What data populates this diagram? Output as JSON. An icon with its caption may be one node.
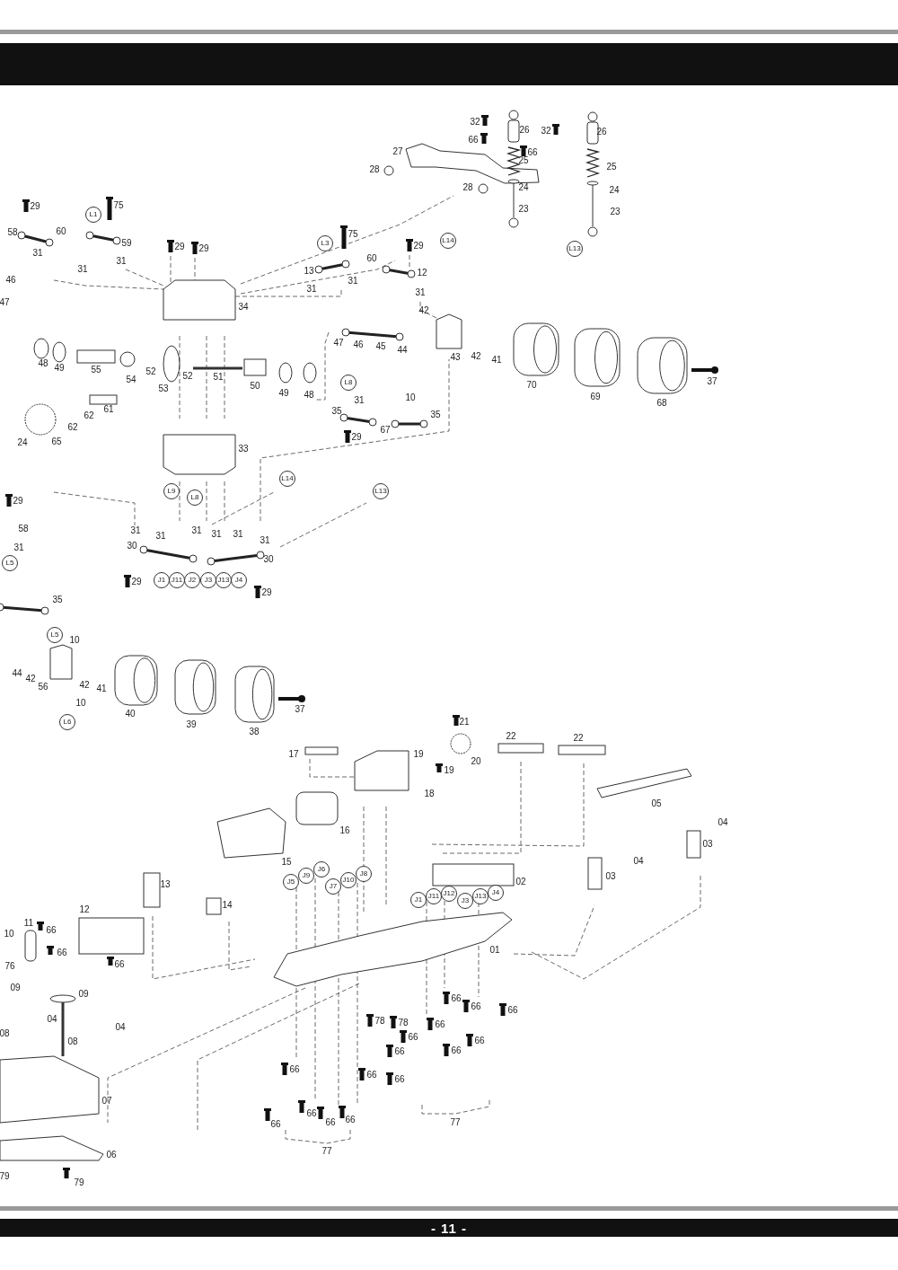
{
  "diagram": {
    "labels": [
      "32",
      "26",
      "32",
      "26",
      "66",
      "27",
      "66",
      "25",
      "25",
      "28",
      "28",
      "24",
      "24",
      "75",
      "29",
      "23",
      "23",
      "L1",
      "58",
      "60",
      "75",
      "L14",
      "L3",
      "59",
      "29",
      "29",
      "29",
      "L13",
      "31",
      "31",
      "60",
      "31",
      "13",
      "12",
      "46",
      "31",
      "31",
      "31",
      "47",
      "34",
      "42",
      "46",
      "45",
      "47",
      "44",
      "43",
      "42",
      "41",
      "48",
      "49",
      "55",
      "52",
      "52",
      "51",
      "54",
      "37",
      "L8",
      "70",
      "50",
      "53",
      "49",
      "48",
      "69",
      "10",
      "31",
      "68",
      "61",
      "35",
      "62",
      "35",
      "62",
      "67",
      "29",
      "65",
      "24",
      "33",
      "L14",
      "L9",
      "L13",
      "L8",
      "29",
      "58",
      "31",
      "31",
      "31",
      "31",
      "31",
      "31",
      "30",
      "31",
      "30",
      "L5",
      "J1",
      "J11",
      "J2",
      "J3",
      "J13",
      "J4",
      "29",
      "29",
      "35",
      "L5",
      "10",
      "44",
      "42",
      "42",
      "56",
      "41",
      "10",
      "37",
      "40",
      "L6",
      "21",
      "39",
      "38",
      "22",
      "22",
      "17",
      "19",
      "20",
      "19",
      "18",
      "05",
      "04",
      "16",
      "03",
      "15",
      "04",
      "J6",
      "J9",
      "03",
      "J8",
      "J5",
      "02",
      "13",
      "J10",
      "J7",
      "J12",
      "J11",
      "J4",
      "J1",
      "J13",
      "J3",
      "14",
      "12",
      "11",
      "66",
      "10",
      "01",
      "66",
      "66",
      "76",
      "09",
      "09",
      "66",
      "66",
      "66",
      "04",
      "78",
      "78",
      "66",
      "04",
      "08",
      "66",
      "66",
      "08",
      "66",
      "66",
      "66",
      "66",
      "66",
      "07",
      "66",
      "66",
      "66",
      "66",
      "77",
      "77",
      "06",
      "79",
      "79",
      "- 11 -"
    ]
  }
}
